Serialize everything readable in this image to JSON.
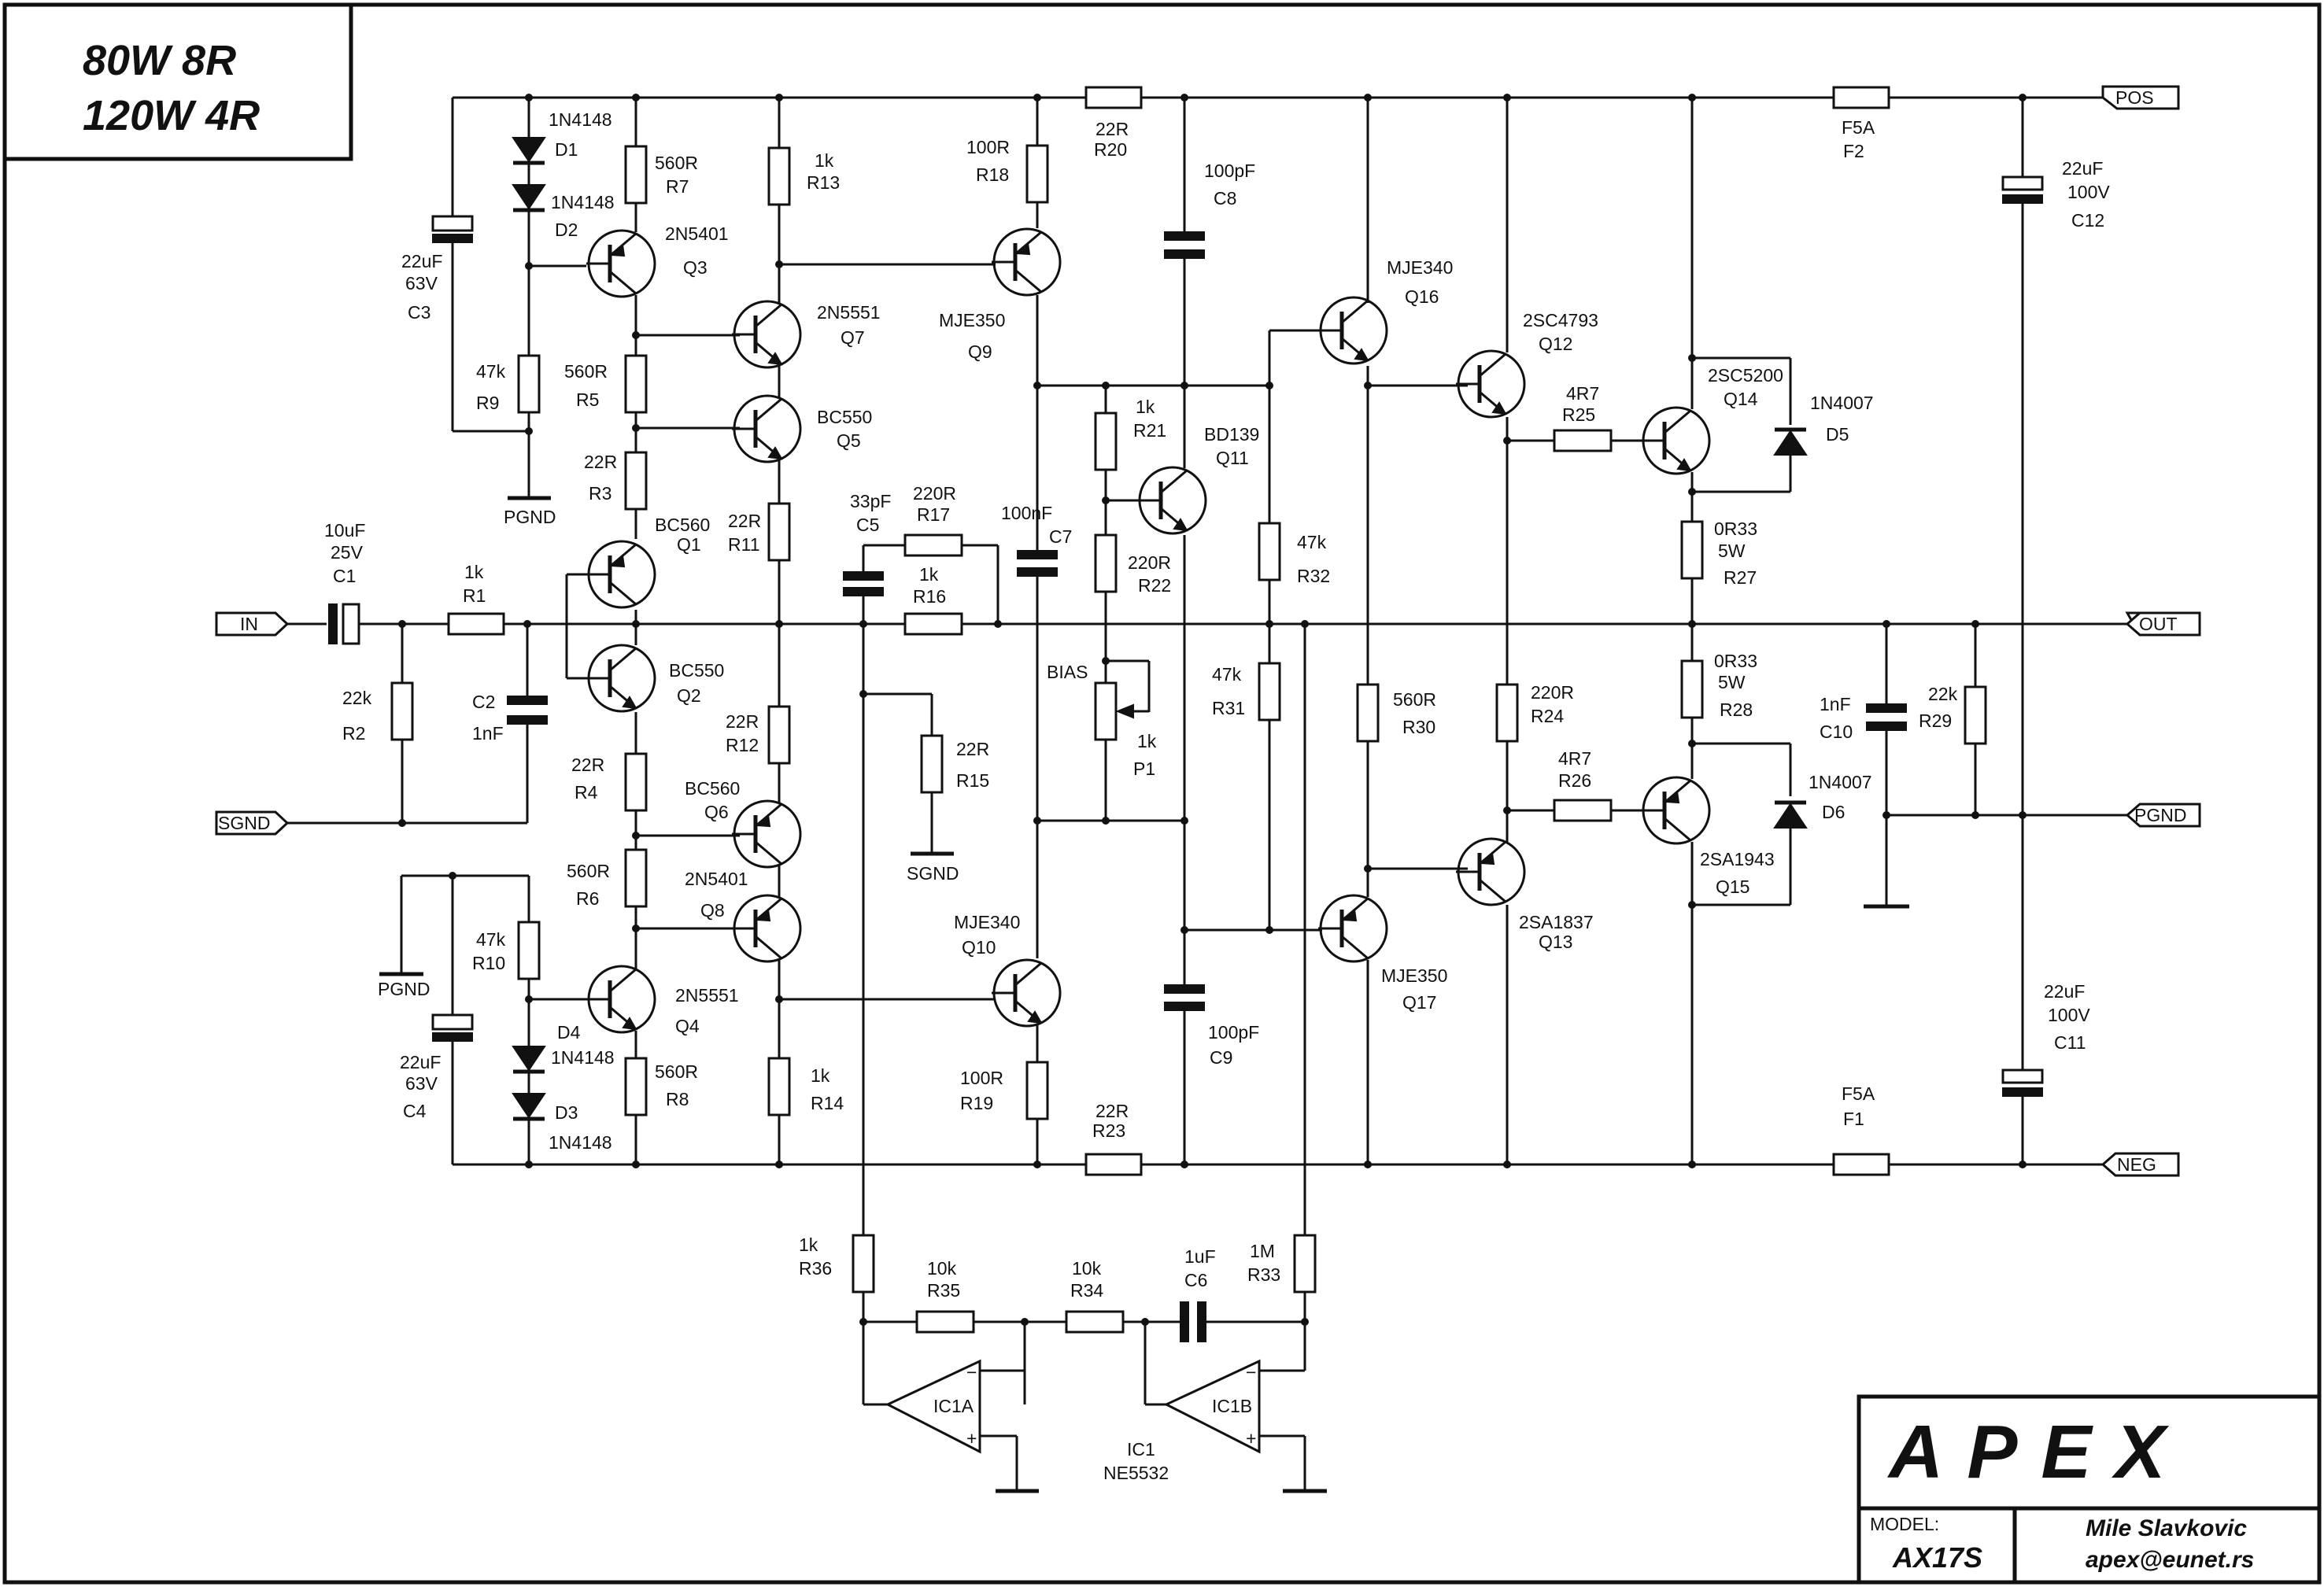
{
  "title": {
    "line1": "80W 8R",
    "line2": "120W 4R"
  },
  "terminals": {
    "pos": "POS",
    "neg": "NEG",
    "in": "IN",
    "out": "OUT",
    "sgnd": "SGND",
    "pgnd": "PGND"
  },
  "ground_labels": {
    "pgnd": "PGND",
    "sgnd": "SGND"
  },
  "resistors": {
    "R1": {
      "ref": "R1",
      "val": "1k"
    },
    "R2": {
      "ref": "R2",
      "val": "22k"
    },
    "R3": {
      "ref": "R3",
      "val": "22R"
    },
    "R4": {
      "ref": "R4",
      "val": "22R"
    },
    "R5": {
      "ref": "R5",
      "val": "560R"
    },
    "R6": {
      "ref": "R6",
      "val": "560R"
    },
    "R7": {
      "ref": "R7",
      "val": "560R"
    },
    "R8": {
      "ref": "R8",
      "val": "560R"
    },
    "R9": {
      "ref": "R9",
      "val": "47k"
    },
    "R10": {
      "ref": "R10",
      "val": "47k"
    },
    "R11": {
      "ref": "R11",
      "val": "22R"
    },
    "R12": {
      "ref": "R12",
      "val": "22R"
    },
    "R13": {
      "ref": "R13",
      "val": "1k"
    },
    "R14": {
      "ref": "R14",
      "val": "1k"
    },
    "R15": {
      "ref": "R15",
      "val": "22R"
    },
    "R16": {
      "ref": "R16",
      "val": "1k"
    },
    "R17": {
      "ref": "R17",
      "val": "220R"
    },
    "R18": {
      "ref": "R18",
      "val": "100R"
    },
    "R19": {
      "ref": "R19",
      "val": "100R"
    },
    "R20": {
      "ref": "R20",
      "val": "22R"
    },
    "R21": {
      "ref": "R21",
      "val": "1k"
    },
    "R22": {
      "ref": "R22",
      "val": "220R"
    },
    "R23": {
      "ref": "R23",
      "val": "22R"
    },
    "R24": {
      "ref": "R24",
      "val": "220R"
    },
    "R25": {
      "ref": "R25",
      "val": "4R7"
    },
    "R26": {
      "ref": "R26",
      "val": "4R7"
    },
    "R27": {
      "ref": "R27",
      "val": "0R33",
      "val2": "5W"
    },
    "R28": {
      "ref": "R28",
      "val": "0R33",
      "val2": "5W"
    },
    "R29": {
      "ref": "R29",
      "val": "22k"
    },
    "R30": {
      "ref": "R30",
      "val": "560R"
    },
    "R31": {
      "ref": "R31",
      "val": "47k"
    },
    "R32": {
      "ref": "R32",
      "val": "47k"
    },
    "R33": {
      "ref": "R33",
      "val": "1M"
    },
    "R34": {
      "ref": "R34",
      "val": "10k"
    },
    "R35": {
      "ref": "R35",
      "val": "10k"
    },
    "R36": {
      "ref": "R36",
      "val": "1k"
    }
  },
  "capacitors": {
    "C1": {
      "ref": "C1",
      "val": "10uF",
      "val2": "25V"
    },
    "C2": {
      "ref": "C2",
      "val": "1nF"
    },
    "C3": {
      "ref": "C3",
      "val": "22uF",
      "val2": "63V"
    },
    "C4": {
      "ref": "C4",
      "val": "22uF",
      "val2": "63V"
    },
    "C5": {
      "ref": "C5",
      "val": "33pF"
    },
    "C6": {
      "ref": "C6",
      "val": "1uF"
    },
    "C7": {
      "ref": "C7",
      "val": "100nF"
    },
    "C8": {
      "ref": "C8",
      "val": "100pF"
    },
    "C9": {
      "ref": "C9",
      "val": "100pF"
    },
    "C10": {
      "ref": "C10",
      "val": "1nF"
    },
    "C11": {
      "ref": "C11",
      "val": "22uF",
      "val2": "100V"
    },
    "C12": {
      "ref": "C12",
      "val": "22uF",
      "val2": "100V"
    }
  },
  "transistors": {
    "Q1": {
      "ref": "Q1",
      "part": "BC560"
    },
    "Q2": {
      "ref": "Q2",
      "part": "BC550"
    },
    "Q3": {
      "ref": "Q3",
      "part": "2N5401"
    },
    "Q4": {
      "ref": "Q4",
      "part": "2N5551"
    },
    "Q5": {
      "ref": "Q5",
      "part": "BC550"
    },
    "Q6": {
      "ref": "Q6",
      "part": "BC560"
    },
    "Q7": {
      "ref": "Q7",
      "part": "2N5551"
    },
    "Q8": {
      "ref": "Q8",
      "part": "2N5401"
    },
    "Q9": {
      "ref": "Q9",
      "part": "MJE350"
    },
    "Q10": {
      "ref": "Q10",
      "part": "MJE340"
    },
    "Q11": {
      "ref": "Q11",
      "part": "BD139"
    },
    "Q12": {
      "ref": "Q12",
      "part": "2SC4793"
    },
    "Q13": {
      "ref": "Q13",
      "part": "2SA1837"
    },
    "Q14": {
      "ref": "Q14",
      "part": "2SC5200"
    },
    "Q15": {
      "ref": "Q15",
      "part": "2SA1943"
    },
    "Q16": {
      "ref": "Q16",
      "part": "MJE340"
    },
    "Q17": {
      "ref": "Q17",
      "part": "MJE350"
    }
  },
  "diodes": {
    "D1": {
      "ref": "D1",
      "part": "1N4148"
    },
    "D2": {
      "ref": "D2",
      "part": "1N4148"
    },
    "D3": {
      "ref": "D3",
      "part": "1N4148"
    },
    "D4": {
      "ref": "D4",
      "part": "1N4148"
    },
    "D5": {
      "ref": "D5",
      "part": "1N4007"
    },
    "D6": {
      "ref": "D6",
      "part": "1N4007"
    }
  },
  "fuses": {
    "F1": {
      "ref": "F1",
      "val": "F5A"
    },
    "F2": {
      "ref": "F2",
      "val": "F5A"
    }
  },
  "pot": {
    "ref": "P1",
    "val": "1k",
    "label": "BIAS"
  },
  "opamp": {
    "ic1a": "IC1A",
    "ic1b": "IC1B",
    "ref": "IC1",
    "part": "NE5532",
    "minus": "−",
    "plus": "+"
  },
  "title_block": {
    "logo": "APEX",
    "model_label": "MODEL:",
    "model": "AX17S",
    "author": "Mile Slavkovic",
    "email": "apex@eunet.rs"
  }
}
